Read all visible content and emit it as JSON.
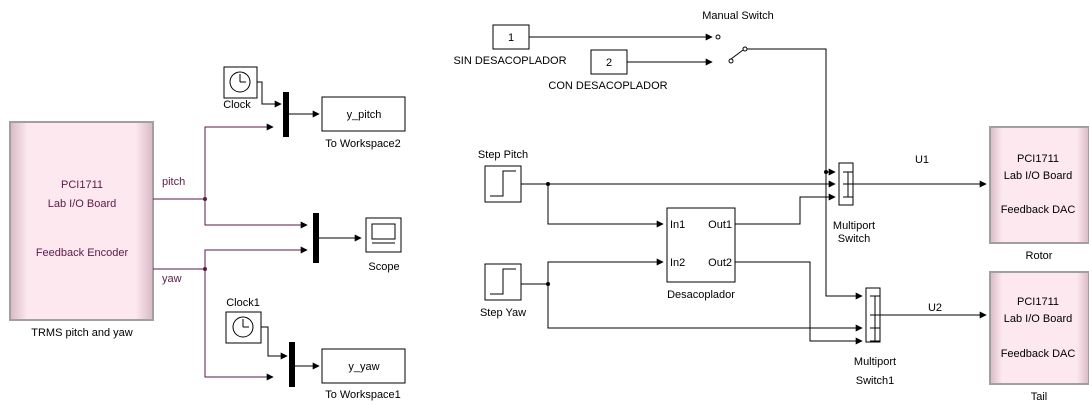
{
  "colors": {
    "block_fill": "#fce8ee",
    "block_border": "#a0a0a0",
    "purple_line": "#5a1a4a",
    "black_line": "#000000"
  },
  "left": {
    "trms": {
      "line1": "PCI1711",
      "line2": "Lab I/O Board",
      "line3": "Feedback Encoder",
      "caption": "TRMS pitch and yaw",
      "port_pitch": "pitch",
      "port_yaw": "yaw"
    },
    "clock_label": "Clock",
    "clock1_label": "Clock1",
    "ws_pitch": {
      "text": "y_pitch",
      "caption": "To Workspace2"
    },
    "ws_yaw": {
      "text": "y_yaw",
      "caption": "To Workspace1"
    },
    "scope_caption": "Scope"
  },
  "right": {
    "manual_switch_label": "Manual Switch",
    "const1": {
      "value": "1",
      "caption": "SIN DESACOPLADOR"
    },
    "const2": {
      "value": "2",
      "caption": "CON DESACOPLADOR"
    },
    "step_pitch": "Step Pitch",
    "step_yaw": "Step Yaw",
    "desacoplador": {
      "in1": "In1",
      "out1": "Out1",
      "in2": "In2",
      "out2": "Out2",
      "caption": "Desacoplador"
    },
    "mps1": {
      "caption_line1": "Multiport",
      "caption_line2": "Switch"
    },
    "mps2": {
      "caption_line1": "Multiport",
      "caption_line2": "Switch1"
    },
    "signal_u1": "U1",
    "signal_u2": "U2",
    "rotor": {
      "line1": "PCI1711",
      "line2": "Lab I/O Board",
      "line3": "Feedback  DAC",
      "caption": "Rotor"
    },
    "tail": {
      "line1": "PCI1711",
      "line2": "Lab I/O Board",
      "line3": "Feedback  DAC",
      "caption": "Tail"
    }
  }
}
